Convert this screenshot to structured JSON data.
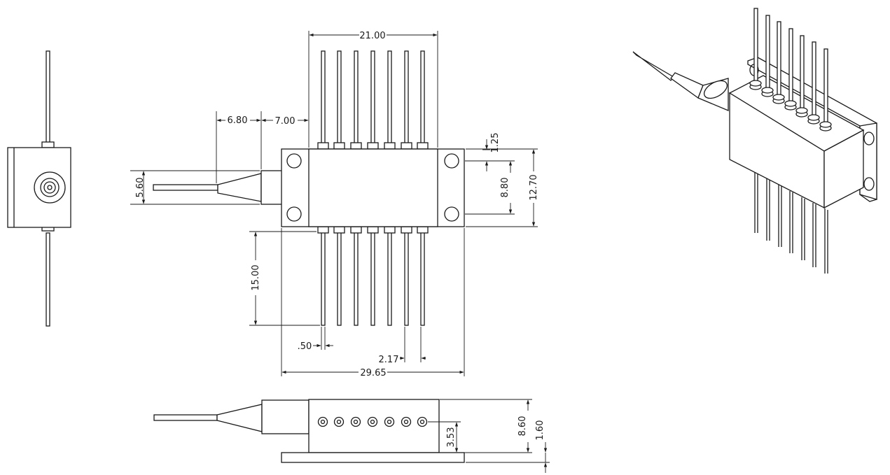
{
  "dimensions": {
    "top_width": "21.00",
    "fiber_len": "6.80",
    "boot_len": "7.00",
    "pin_offset": "1.25",
    "ferrule_dia": "5.60",
    "hole_spacing": "8.80",
    "body_width": "12.70",
    "pin_length": "15.00",
    "pin_dia": ".50",
    "pin_pitch": "2.17",
    "overall_length": "29.65",
    "side_pin_height": "3.53",
    "side_height": "8.60",
    "flange_thk": "1.60"
  },
  "component": {
    "pins_per_row": 7,
    "pin_rows": 2
  }
}
